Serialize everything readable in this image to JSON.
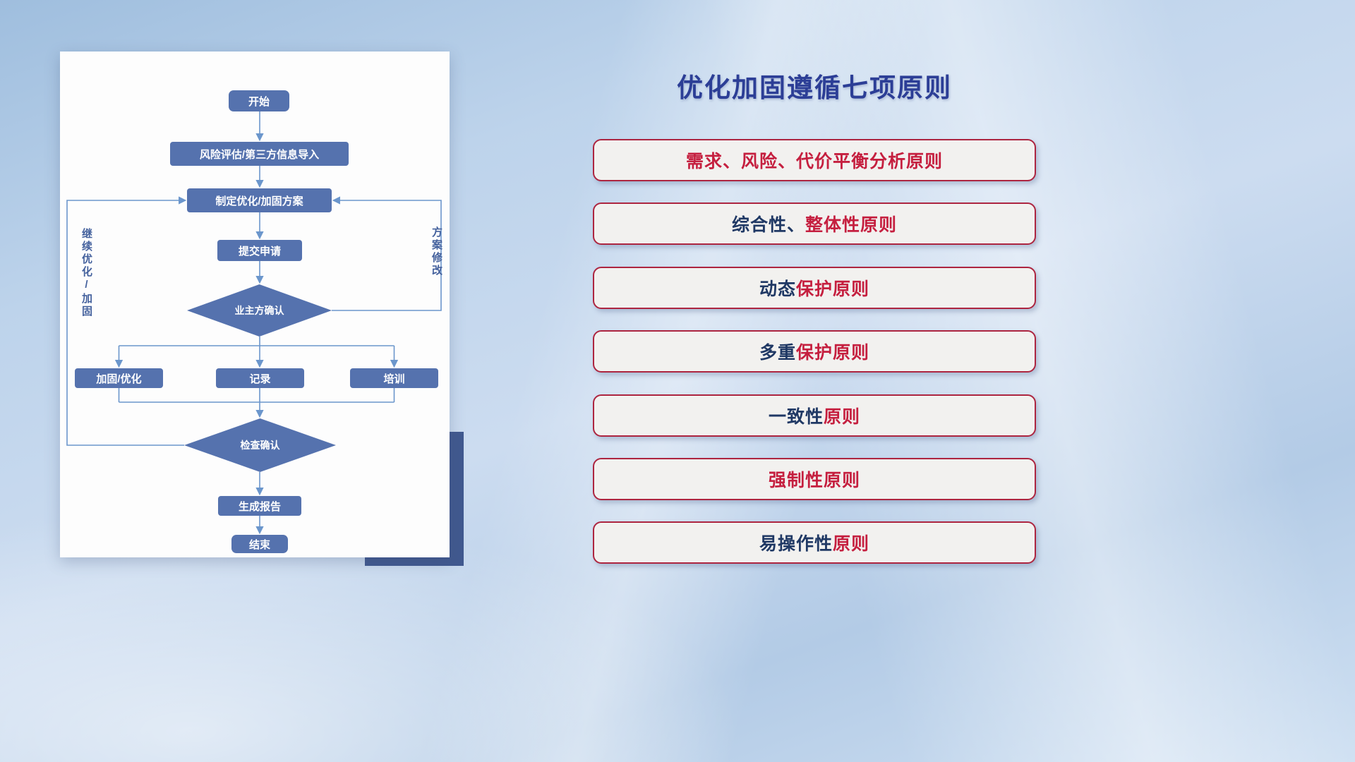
{
  "theme": {
    "navy": "#1F3864",
    "red": "#C51F3F",
    "title_color": "#2C3E96",
    "box_border": "#AD2540",
    "node_fill": "#5572AE",
    "connector": "#6B96CC",
    "vlabel_color": "#44619D",
    "card_shadow_block": "#41598F"
  },
  "title": "优化加固遵循七项原则",
  "principles": [
    {
      "navy_text": "",
      "red_text": "需求、风险、代价平衡分析原则"
    },
    {
      "navy_text": "综合性、",
      "red_text": "整体性原则"
    },
    {
      "navy_text": "动态",
      "red_text": "保护原则"
    },
    {
      "navy_text": "多重",
      "red_text": "保护原则"
    },
    {
      "navy_text": "一致性",
      "red_text": "原则"
    },
    {
      "navy_text": "",
      "red_text": "强制性原则"
    },
    {
      "navy_text": "易操作性",
      "red_text": "原则"
    }
  ],
  "flowchart": {
    "nodes": {
      "start": "开始",
      "risk_import": "风险评估/第三方信息导入",
      "make_plan": "制定优化/加固方案",
      "submit": "提交申请",
      "owner_confirm": "业主方确认",
      "reinforce": "加固/优化",
      "record": "记录",
      "training": "培训",
      "check_confirm": "检查确认",
      "report": "生成报告",
      "end": "结束"
    },
    "side_labels": {
      "left": "继续优化/加固",
      "right": "方案修改"
    }
  }
}
